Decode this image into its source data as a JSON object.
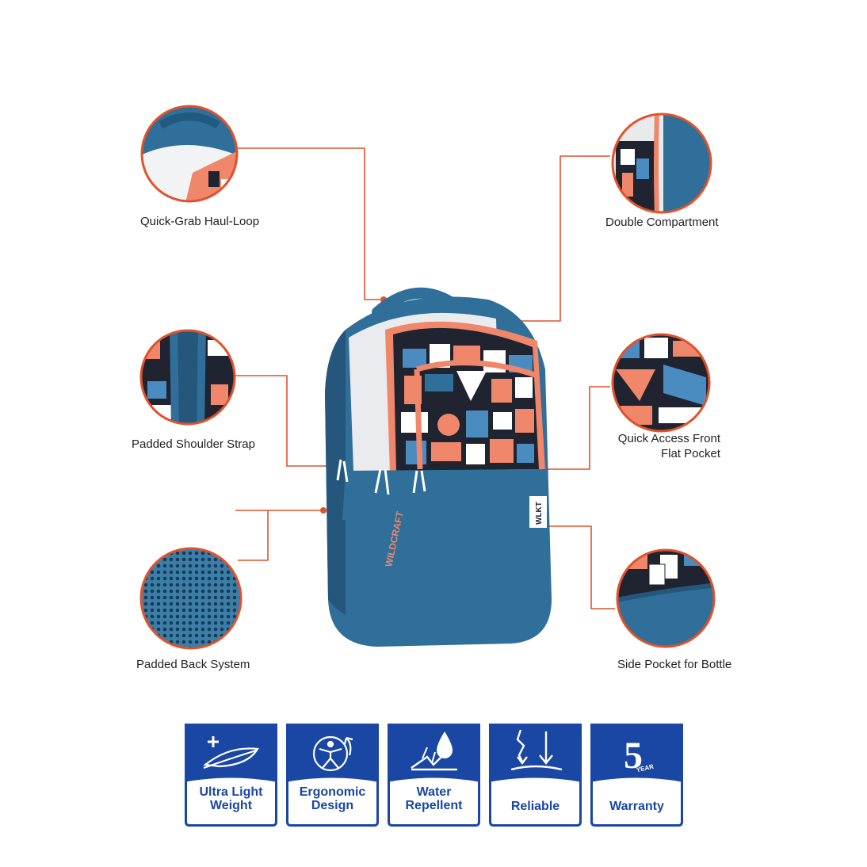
{
  "features": {
    "haul_loop": "Quick-Grab Haul-Loop",
    "double_compartment": "Double Compartment",
    "shoulder_strap": "Padded Shoulder Strap",
    "front_pocket_line1": "Quick Access Front",
    "front_pocket_line2": "Flat Pocket",
    "back_system": "Padded Back System",
    "side_pocket": "Side Pocket for Bottle"
  },
  "backpack": {
    "brand_side": "WILDCRAFT",
    "brand_tag": "WLKT"
  },
  "badges": [
    {
      "line1": "Ultra Light",
      "line2": "Weight",
      "icon": "feather-icon"
    },
    {
      "line1": "Ergonomic",
      "line2": "Design",
      "icon": "ergonomic-person-icon"
    },
    {
      "line1": "Water",
      "line2": "Repellent",
      "icon": "water-drop-icon"
    },
    {
      "line1": "Reliable",
      "icon": "reliable-arrows-icon"
    },
    {
      "line1": "Warranty",
      "icon": "five-year-icon",
      "mark_number": "5",
      "mark_text": "YEAR"
    }
  ],
  "colors": {
    "accent_orange": "#e0522c",
    "backpack_blue": "#2f6f99",
    "badge_blue": "#1a47a3",
    "print_coral": "#f0866a"
  }
}
